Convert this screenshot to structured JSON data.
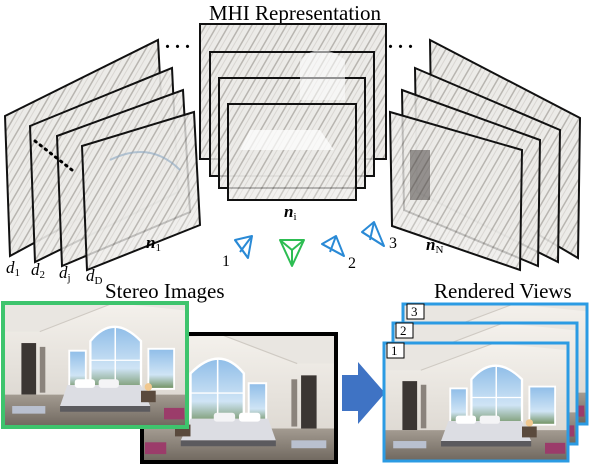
{
  "diagram": {
    "title": "MHI Representation",
    "left_stack": {
      "depth_labels": [
        {
          "base": "d",
          "sub": "1"
        },
        {
          "base": "d",
          "sub": "2"
        },
        {
          "base": "d",
          "sub": "j"
        },
        {
          "base": "d",
          "sub": "D"
        }
      ],
      "normal_label": {
        "base": "n",
        "sub": "1"
      }
    },
    "center_stack": {
      "normal_label": {
        "base": "n",
        "sub": "i"
      }
    },
    "right_stack": {
      "normal_label": {
        "base": "n",
        "sub": "N"
      }
    },
    "ellipsis_left": ". . .",
    "ellipsis_right": ". . .",
    "camera_labels": [
      "1",
      "2",
      "3"
    ],
    "stereo_label": "Stereo Images",
    "rendered_label": "Rendered Views",
    "rendered_numbers": [
      "3",
      "2",
      "1"
    ],
    "colors": {
      "reference_camera": "#2dbd52",
      "target_camera": "#2a8ad6",
      "arrow": "#3f73c4",
      "stereo_frame": "#3ec46d",
      "rendered_frame": "#2b9be3"
    }
  }
}
